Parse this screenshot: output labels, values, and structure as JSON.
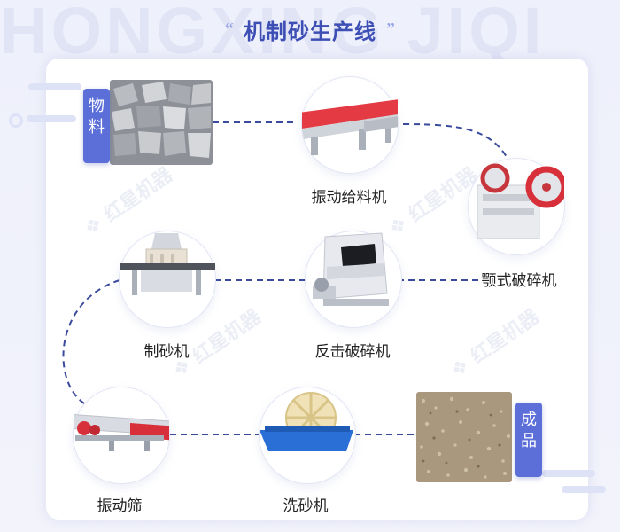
{
  "watermark": "HONGXING JIQI",
  "title": {
    "left_quote": "“",
    "text": "机制砂生产线",
    "right_quote": "”"
  },
  "logo_watermark": "红星机器",
  "material": {
    "tag": "物料"
  },
  "product": {
    "tag": "成品"
  },
  "nodes": {
    "feeder": "振动给料机",
    "jaw_crusher": "颚式破碎机",
    "impact_crusher": "反击破碎机",
    "sand_maker": "制砂机",
    "screen": "振动筛",
    "sand_washer": "洗砂机"
  },
  "colors": {
    "accent": "#5c6fd9",
    "title": "#3d4fb5",
    "line": "#3a4a9c",
    "machine_red": "#d8303a",
    "machine_blue": "#2a6fd6"
  }
}
